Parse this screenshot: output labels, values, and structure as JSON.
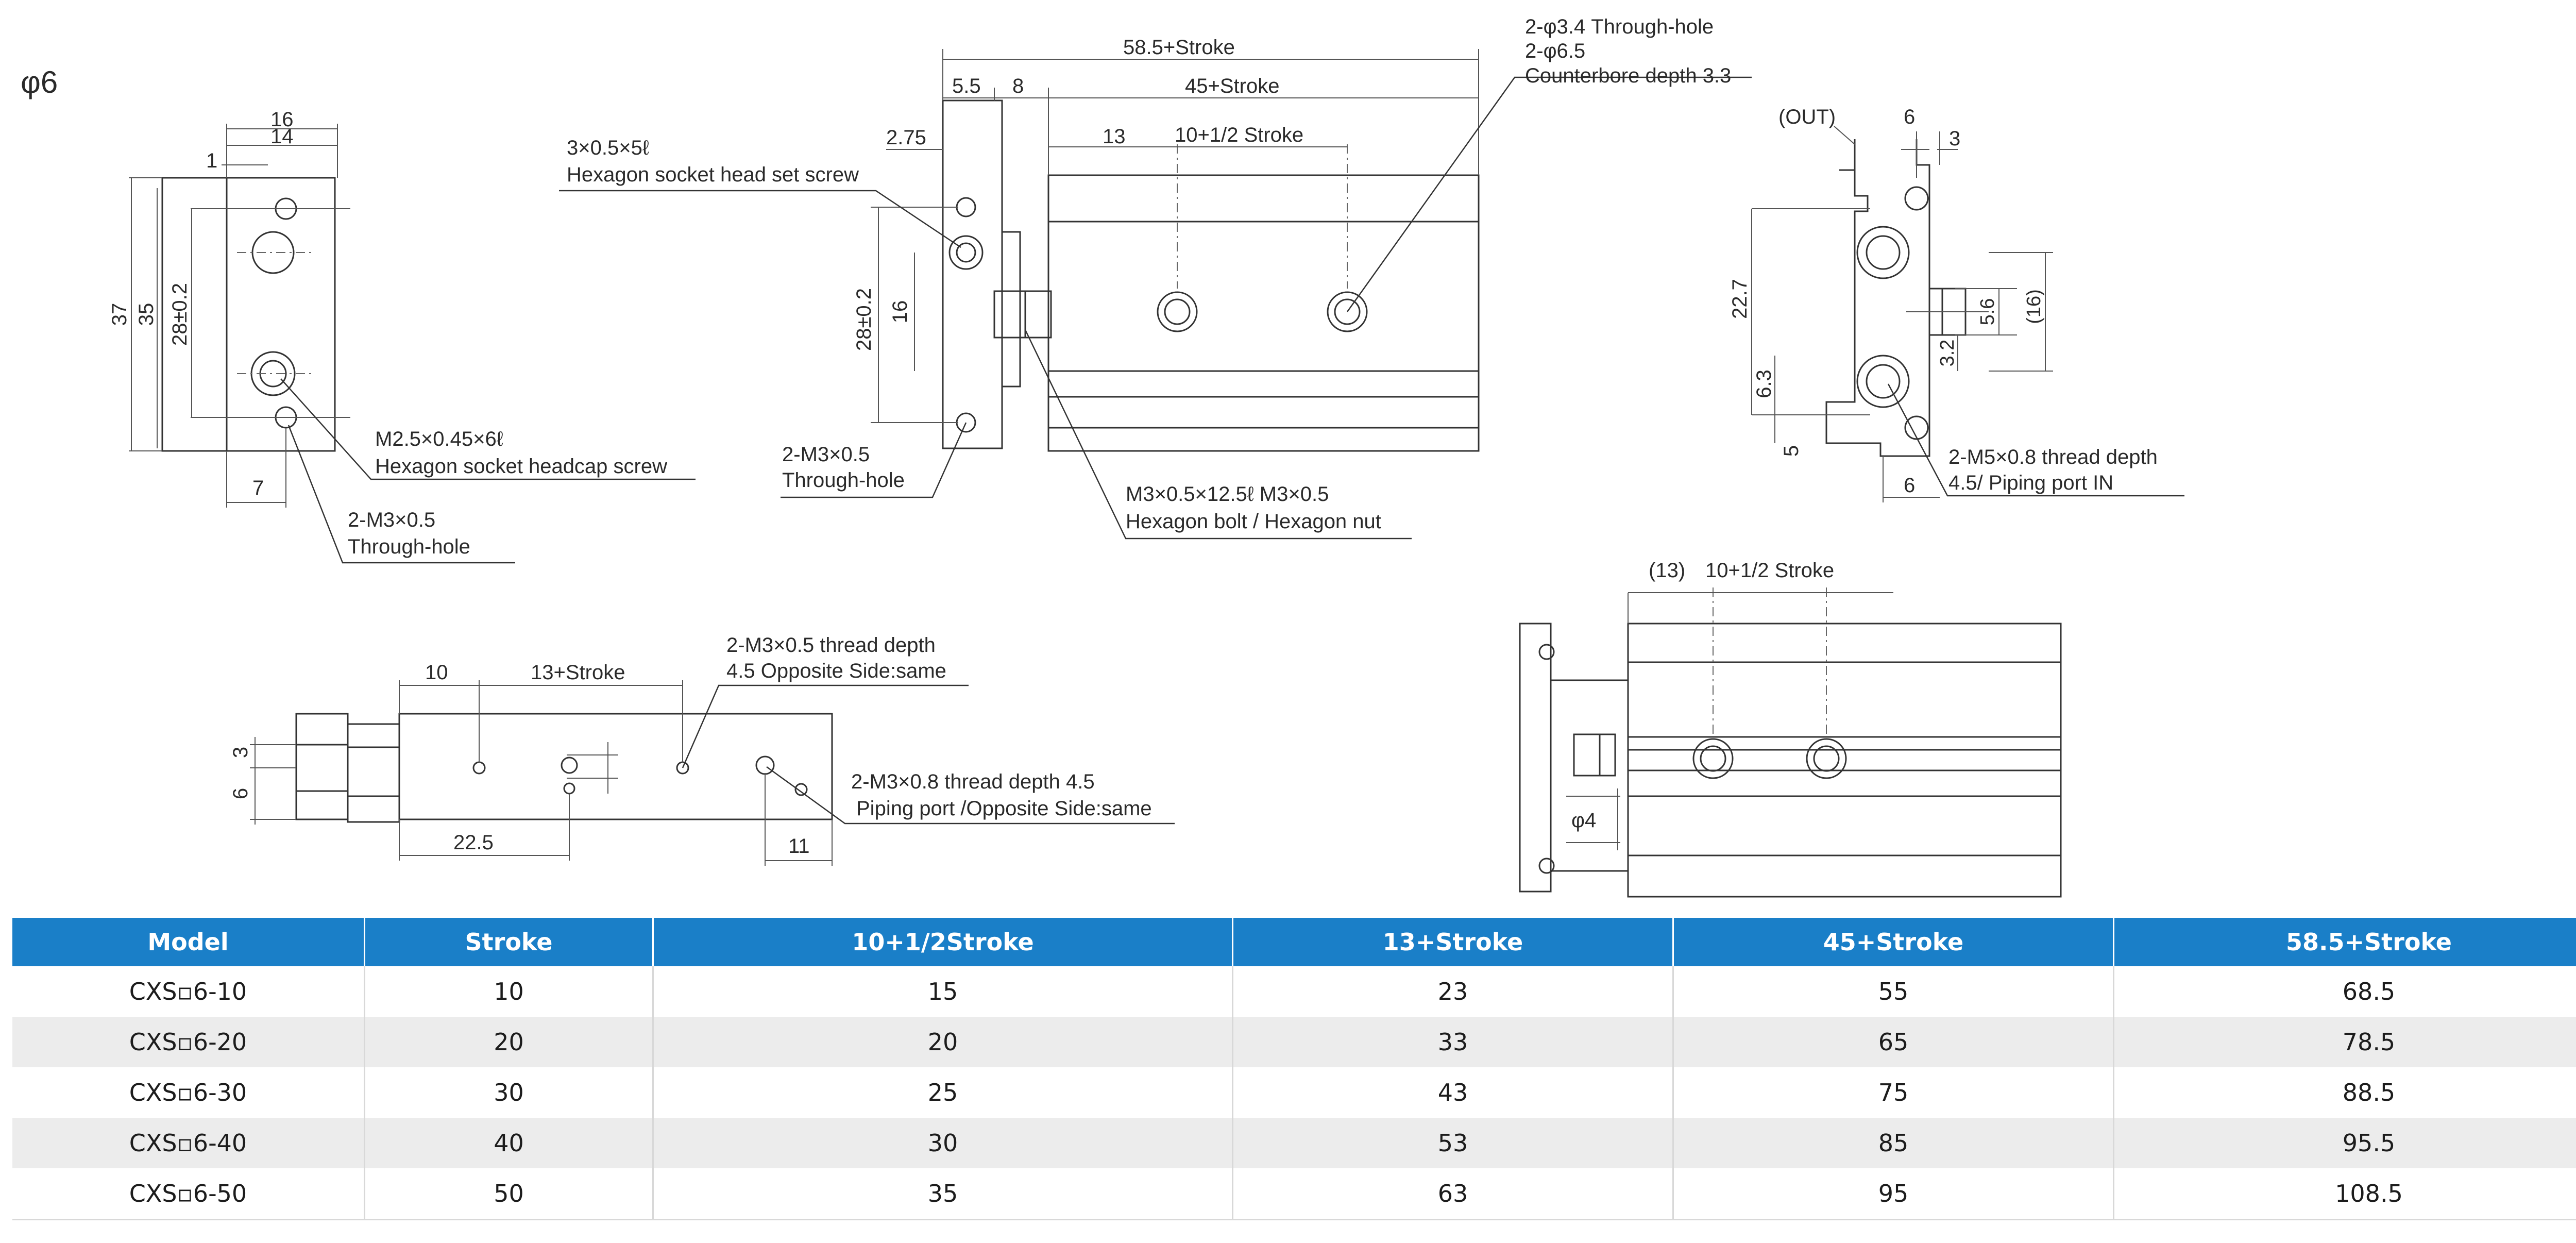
{
  "series": "φ6",
  "side_view": {
    "dim_16": "16",
    "dim_14": "14",
    "dim_1": "1",
    "dim_37": "37",
    "dim_35": "35",
    "dim_28": "28±0.2",
    "dim_7": "7",
    "screw_spec": "M2.5×0.45×6ℓ",
    "screw_name": "Hexagon socket headcap screw",
    "hole_spec": "2-M3×0.5",
    "hole_name": "Through-hole"
  },
  "top_view": {
    "dim_total": "58.5+Stroke",
    "dim_5_5": "5.5",
    "dim_8": "8",
    "dim_45": "45+Stroke",
    "dim_2_75": "2.75",
    "dim_13": "13",
    "dim_half": "10+1/2 Stroke",
    "dim_28": "28±0.2",
    "dim_16": "16",
    "setscrew_spec": "3×0.5×5ℓ",
    "setscrew_name": "Hexagon socket head set screw",
    "thru_line1": "2-φ3.4 Through-hole",
    "thru_line2": "2-φ6.5",
    "thru_line3": "Counterbore depth 3.3",
    "hole_spec": "2-M3×0.5",
    "hole_name": "Through-hole",
    "bolt_spec": "M3×0.5×12.5ℓ M3×0.5",
    "bolt_name": "Hexagon bolt / Hexagon nut"
  },
  "end_view": {
    "out": "(OUT)",
    "dim_6a": "6",
    "dim_3": "3",
    "dim_22_7": "22.7",
    "dim_5_6": "5.6",
    "dim_16": "(16)",
    "dim_3_2": "3.2",
    "dim_6_3": "6.3",
    "dim_5": "5",
    "dim_6b": "6",
    "port_spec": "2-M5×0.8 thread depth",
    "port_name": "4.5/ Piping port  IN"
  },
  "bottom_view": {
    "dim_10": "10",
    "dim_13": "13+Stroke",
    "dim_3": "3",
    "dim_6": "6",
    "dim_22_5": "22.5",
    "dim_11": "11",
    "thread_line1": "2-M3×0.5 thread depth",
    "thread_line2": "4.5 Opposite Side:same",
    "port_line1": "2-M3×0.8 thread depth 4.5",
    "port_line2": "Piping port /Opposite Side:same"
  },
  "front_view": {
    "dim_13": "(13)",
    "dim_half": "10+1/2  Stroke",
    "dim_phi4": "φ4"
  },
  "table": {
    "headers": [
      "Model",
      "Stroke",
      "10+1/2Stroke",
      "13+Stroke",
      "45+Stroke",
      "58.5+Stroke"
    ],
    "rows": [
      [
        "CXS▫6-10",
        "10",
        "15",
        "23",
        "55",
        "68.5"
      ],
      [
        "CXS▫6-20",
        "20",
        "20",
        "33",
        "65",
        "78.5"
      ],
      [
        "CXS▫6-30",
        "30",
        "25",
        "43",
        "75",
        "88.5"
      ],
      [
        "CXS▫6-40",
        "40",
        "30",
        "53",
        "85",
        "95.5"
      ],
      [
        "CXS▫6-50",
        "50",
        "35",
        "63",
        "95",
        "108.5"
      ]
    ]
  },
  "colors": {
    "header_bg": "#1a7fc8",
    "header_text": "#ffffff",
    "row_alt": "#ececec",
    "line": "#333333"
  }
}
